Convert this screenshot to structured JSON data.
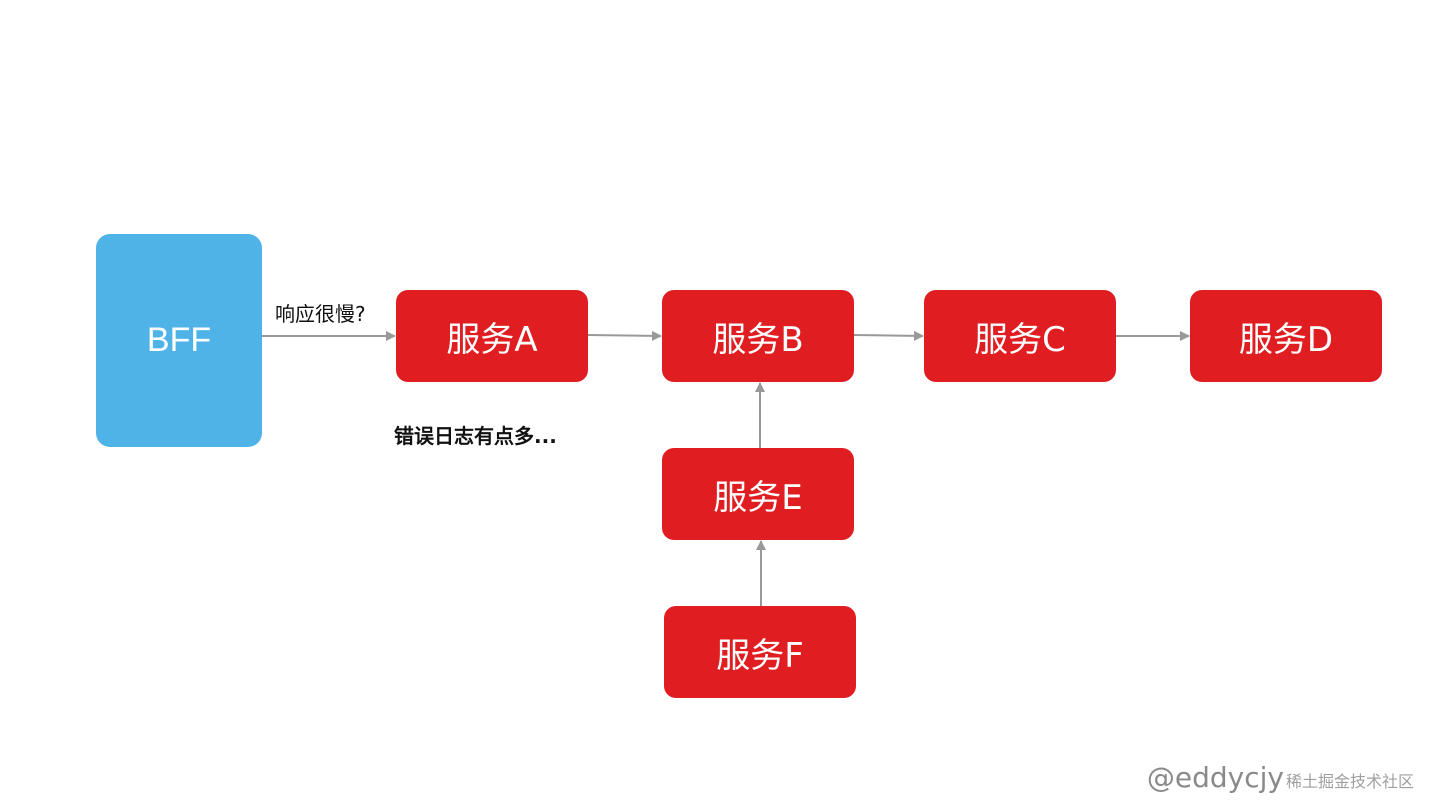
{
  "colors": {
    "bff": "#4fb3e8",
    "service": "#e01e22",
    "edge": "#999999",
    "label_text": "#111111"
  },
  "nodes": {
    "bff": "BFF",
    "service_a": "服务A",
    "service_b": "服务B",
    "service_c": "服务C",
    "service_d": "服务D",
    "service_e": "服务E",
    "service_f": "服务F"
  },
  "edges": [
    {
      "from": "BFF",
      "to": "服务A"
    },
    {
      "from": "服务A",
      "to": "服务B"
    },
    {
      "from": "服务B",
      "to": "服务C"
    },
    {
      "from": "服务C",
      "to": "服务D"
    },
    {
      "from": "服务E",
      "to": "服务B"
    },
    {
      "from": "服务F",
      "to": "服务E"
    }
  ],
  "annotations": {
    "slow_response": "响应很慢?",
    "many_errors": "错误日志有点多..."
  },
  "watermark": {
    "handle": "@eddycjy",
    "platform": "稀土掘金技术社区"
  }
}
